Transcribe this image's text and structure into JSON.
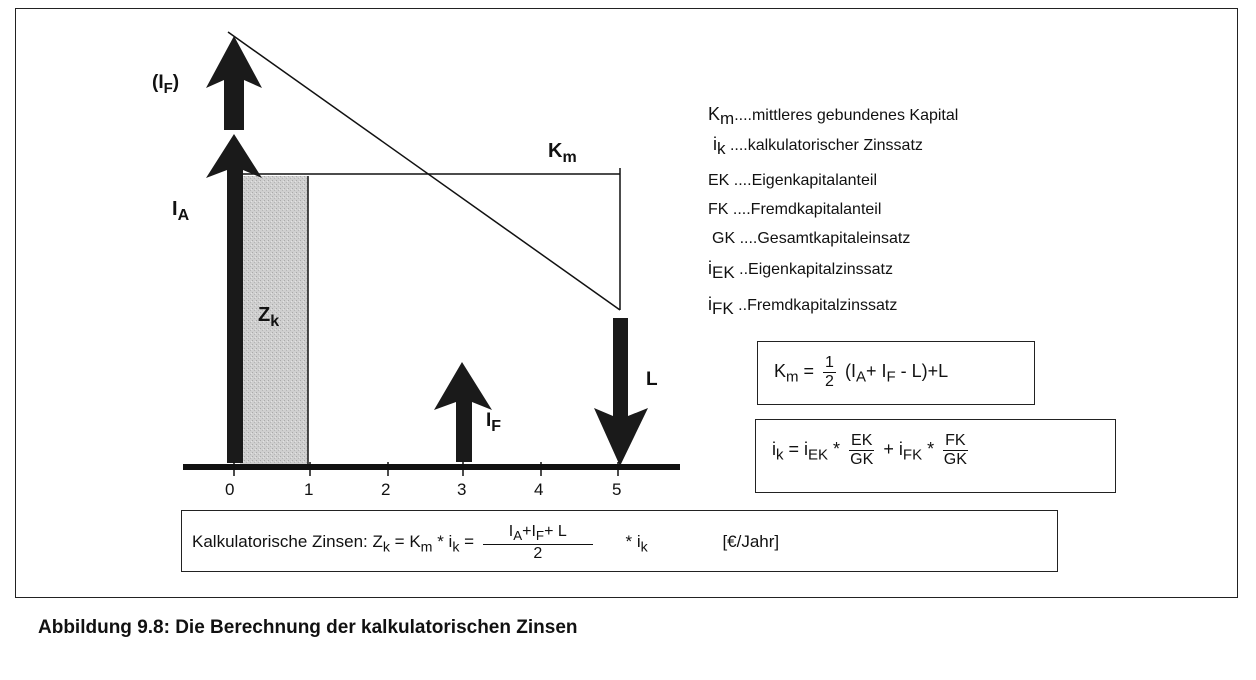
{
  "diagram": {
    "axis_ticks": [
      "0",
      "1",
      "2",
      "3",
      "4",
      "5"
    ],
    "labels": {
      "IF_top": "(I",
      "IF_top_sub": "F",
      "IF_top_close": ")",
      "IA": "I",
      "IA_sub": "A",
      "Km": "K",
      "Km_sub": "m",
      "Zk": "Z",
      "Zk_sub": "k",
      "IF_mid": "I",
      "IF_mid_sub": "F",
      "L": "L"
    }
  },
  "legend": [
    {
      "sym": "K",
      "sub": "m",
      "text": "....mittleres gebundenes Kapital"
    },
    {
      "sym": "i",
      "sub": "k",
      "text": " ....kalkulatorischer Zinssatz"
    },
    {
      "sym": "EK",
      "sub": "",
      "text": " ....Eigenkapitalanteil"
    },
    {
      "sym": "FK",
      "sub": "",
      "text": " ....Fremdkapitalanteil"
    },
    {
      "sym": "GK",
      "sub": "",
      "text": " ....Gesamtkapitaleinsatz"
    },
    {
      "sym": "i",
      "sub": "EK",
      "text": " ..Eigenkapitalzinssatz"
    },
    {
      "sym": "i",
      "sub": "FK",
      "text": " ..Fremdkapitalzinssatz"
    }
  ],
  "formula_km": {
    "lhs": "K",
    "lhs_sub": "m",
    "eq": " = ",
    "frac_num": "1",
    "frac_den": "2",
    "rest_open": " (I",
    "rest_sub_a": "A",
    "rest_plus": "+ I",
    "rest_sub_f": "F",
    "rest_tail": " -  L)+L"
  },
  "formula_ik": {
    "lhs": "i",
    "lhs_sub": "k",
    "eq": " =  i",
    "sub_ek": "EK",
    "mult1": " * ",
    "frac1_num": "EK",
    "frac1_den": "GK",
    "plus": " +  i",
    "sub_fk": "FK",
    "mult2": " * ",
    "frac2_num": "FK",
    "frac2_den": "GK"
  },
  "formula_zinsen": {
    "prefix": "Kalkulatorische Zinsen: Z",
    "z_sub": "k",
    "eq1": " =  K",
    "km_sub": "m",
    "mult": "  *  i",
    "ik_sub": "k",
    "eq2": "  = ",
    "frac_num": "I",
    "frac_num_sub_a": "A",
    "frac_num_plus": "+I",
    "frac_num_sub_f": "F",
    "frac_num_tail": "+ L",
    "frac_den": "2",
    "mult2": "  *  ",
    "ik2": "i",
    "ik2_sub": "k",
    "unit": "[€/Jahr]"
  },
  "caption": "Abbildung 9.8: Die Berechnung der kalkulatorischen Zinsen"
}
